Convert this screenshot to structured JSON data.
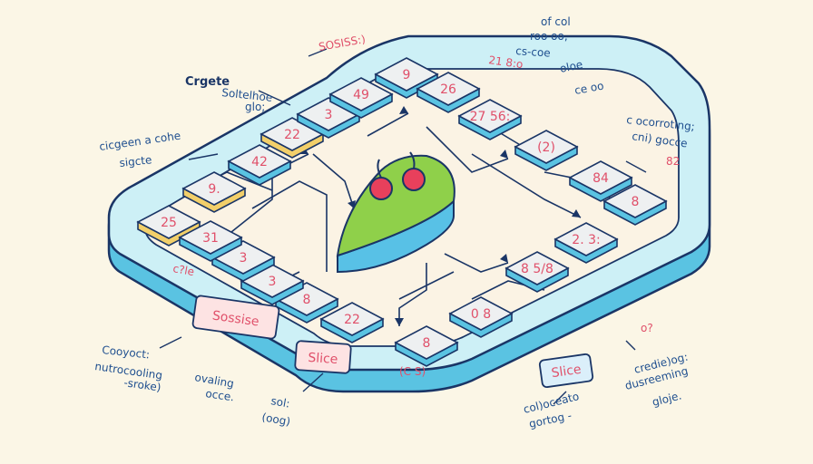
{
  "title": "Crgete",
  "labels": {
    "left": "Sossise",
    "center": "Slice",
    "right": "Slice"
  },
  "tiles": [
    "25",
    "9.",
    "42",
    "22",
    "3",
    "49",
    "9",
    "26",
    "27 56:",
    "(2)",
    "84",
    "8",
    "2. 3:",
    "8 5/8",
    "0 8",
    "8",
    "22",
    "8",
    "3",
    "3",
    "31"
  ],
  "notes": {
    "top_center": "SOSISS:)",
    "top_left_1": "Soltelhoe",
    "top_left_2": "glo;",
    "left_1": "cicgeen a cohe",
    "left_2": "sigcte",
    "top_right_1": "of col",
    "top_right_2": "roo oo,",
    "top_right_3": "cs-coe",
    "top_right_4": "21 8:o",
    "top_right_5": "oloe",
    "top_right_6": "ce oo",
    "right_1": "c ocorroting;",
    "right_2": "cni) gocce",
    "right_3": "82",
    "bl_1": "Cooyoct:",
    "bl_2": "nutrocooling",
    "bl_3": "-sroke)",
    "bc_1": "ovaling",
    "bc_2": "occe.",
    "bc_3": "sol:",
    "bc_4": "(oog)",
    "br_1": "col)oceato",
    "br_2": "gortog -",
    "br_3": "credie)og:",
    "br_4": "dusreeming",
    "br_5": "gloje.",
    "mid_left": "c?le",
    "mid_bottom": "(C S)",
    "mid_right": "o?"
  },
  "colors": {
    "background": "#fbf6e6",
    "board_top": "#cdf0f6",
    "board_side": "#5ac3e2",
    "outline": "#1a3566",
    "tile_top": "#eef0f1",
    "tile_side": "#5ac3e2",
    "tile_gold_side": "#f2cf6a",
    "cake_green": "#8fd04a",
    "cake_blue": "#58c1e6",
    "cherry": "#e8405c",
    "text_pink": "#e0506a",
    "text_blue": "#1f4f8f"
  }
}
